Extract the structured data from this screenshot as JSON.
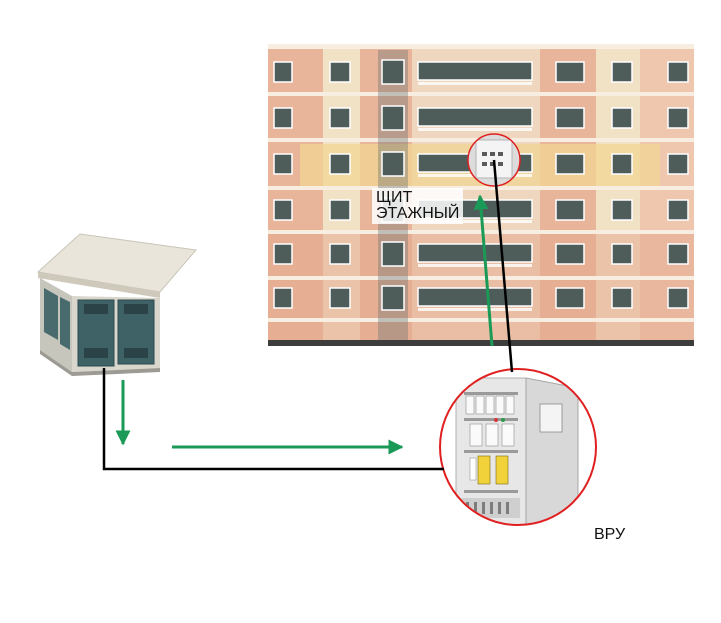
{
  "labels": {
    "floor_panel_line1": "ЩИТ",
    "floor_panel_line2": "ЭТАЖНЫЙ",
    "main_switchboard": "ВРУ"
  },
  "colors": {
    "flow_arrow": "#1a9a56",
    "cable": "#000000",
    "highlight_circle": "#e02020",
    "facade_light": "#f1e2c6",
    "facade_dark": "#e2a88d",
    "facade_yellow": "#f1d795",
    "transformer_door": "#3e6266",
    "transformer_roof": "#e6e2d8",
    "cabinet_body": "#e6e6e6"
  }
}
